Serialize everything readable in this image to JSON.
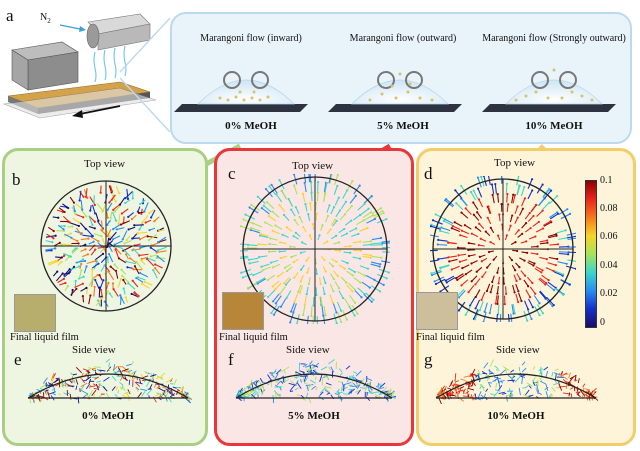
{
  "panel_a": {
    "letter": "a",
    "gas_label": "N",
    "gas_subscript": "2",
    "columns": [
      {
        "flow_label": "Marangoni flow (inward)",
        "meoh": "0% MeOH"
      },
      {
        "flow_label": "Marangoni flow (outward)",
        "meoh": "5% MeOH"
      },
      {
        "flow_label": "Marangoni flow (Strongly outward)",
        "meoh": "10% MeOH"
      }
    ]
  },
  "panels": [
    {
      "top_letter": "b",
      "side_letter": "e",
      "top_view": "Top view",
      "film": "Final liquid film",
      "side_view": "Side view",
      "meoh": "0% MeOH",
      "border": "#a8cf82",
      "bg": "#eef6e2"
    },
    {
      "top_letter": "c",
      "side_letter": "f",
      "top_view": "Top view",
      "film": "Final liquid film",
      "side_view": "Side view",
      "meoh": "5% MeOH",
      "border": "#e8363a",
      "bg": "#fbe6e6"
    },
    {
      "top_letter": "d",
      "side_letter": "g",
      "top_view": "Top view",
      "film": "Final liquid film",
      "side_view": "Side view",
      "meoh": "10% MeOH",
      "border": "#f3cd6a",
      "bg": "#fdf4da"
    }
  ],
  "colorbar": {
    "ticks": [
      "0.1",
      "0.08",
      "0.06",
      "0.04",
      "0.02",
      "0"
    ]
  },
  "colors": {
    "top_border": "#bcd9ee",
    "top_bg": "#e9f3fa",
    "swatch_0": "#b7ad6c",
    "swatch_5": "#b78638",
    "swatch_10": "#cdbf9c"
  }
}
